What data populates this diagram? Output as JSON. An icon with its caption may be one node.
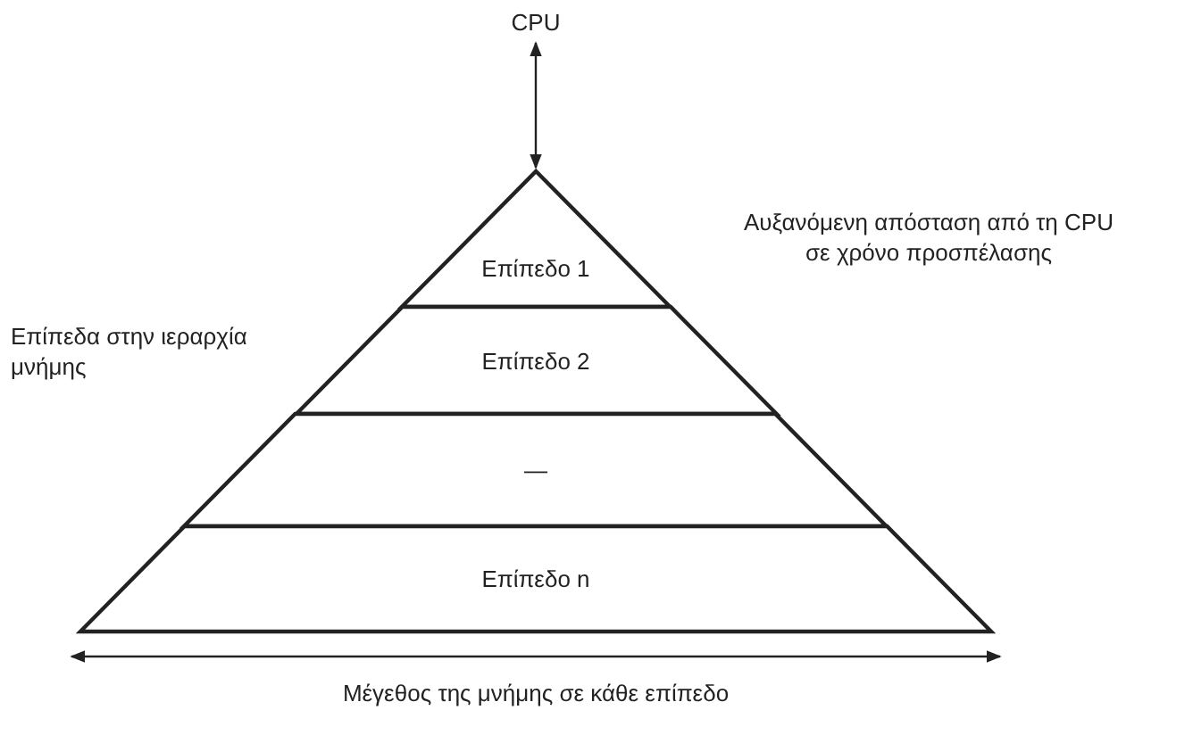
{
  "diagram": {
    "nodes": [
      {
        "text": [
          "CPU"
        ]
      },
      {
        "text": [
          "Επίπεδο 1"
        ]
      },
      {
        "text": [
          "Επίπεδο 2"
        ]
      },
      {
        "text": [
          "—"
        ]
      },
      {
        "text": [
          "Επίπεδο n"
        ]
      }
    ],
    "edges": [
      {
        "from": 0,
        "to": 1,
        "arrow": "both"
      }
    ],
    "labels": [
      "Αυξανόμενη απόσταση από τη CPU σε χρόνο προσπέλασης",
      "Επίπεδα στην ιεραρχία μνήμης",
      "Μέγεθος της μνήμης σε κάθε επίπεδο"
    ]
  }
}
